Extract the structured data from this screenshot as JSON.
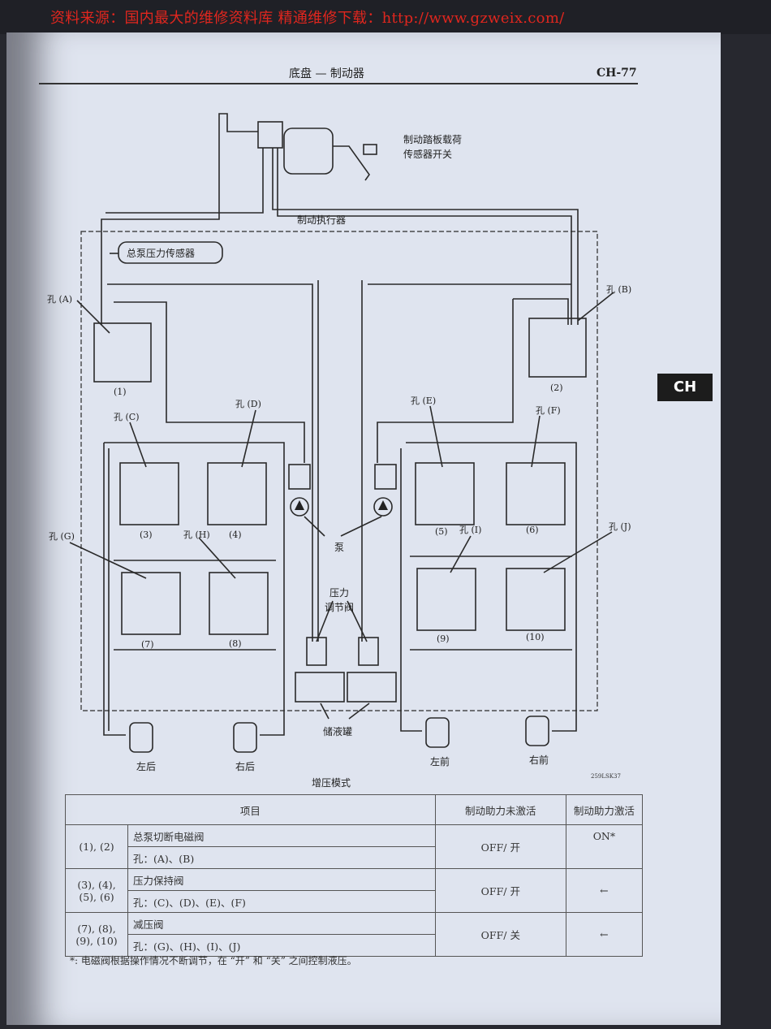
{
  "banner": {
    "text": "资料来源：国内最大的维修资料库 精通维修下载：http://www.gzweix.com/"
  },
  "header": {
    "title": "底盘 — 制动器",
    "page": "CH-77",
    "tab": "CH"
  },
  "diagram": {
    "pedal_sensor": [
      "制动踏板载荷",
      "传感器开关"
    ],
    "actuator": "制动执行器",
    "master_sensor": "总泵压力传感器",
    "orifices": {
      "A": "孔 (A)",
      "B": "孔 (B)",
      "C": "孔 (C)",
      "D": "孔 (D)",
      "E": "孔 (E)",
      "F": "孔 (F)",
      "G": "孔 (G)",
      "H": "孔 (H)",
      "I": "孔 (I)",
      "J": "孔 (J)"
    },
    "valves": [
      "(1)",
      "(2)",
      "(3)",
      "(4)",
      "(5)",
      "(6)",
      "(7)",
      "(8)",
      "(9)",
      "(10)"
    ],
    "pump": "泵",
    "regulator": [
      "压力",
      "调节阀"
    ],
    "reservoir": "储液罐",
    "wheels": {
      "rl": "左后",
      "rr": "右后",
      "fl": "左前",
      "fr": "右前"
    },
    "code": "259LSK37",
    "caption": "增压模式"
  },
  "table": {
    "headers": [
      "项目",
      "制动助力未激活",
      "制动助力激活"
    ],
    "rows": [
      {
        "ids": "(1), (2)",
        "items": [
          "总泵切断电磁阀",
          "孔：(A)、(B)"
        ],
        "inactive": "OFF/ 开",
        "active": "ON*"
      },
      {
        "ids": "(3), (4), (5), (6)",
        "items": [
          "压力保持阀",
          "孔：(C)、(D)、(E)、(F)"
        ],
        "inactive": "OFF/ 开",
        "active": "←"
      },
      {
        "ids": "(7), (8), (9), (10)",
        "items": [
          "减压阀",
          "孔：(G)、(H)、(I)、(J)"
        ],
        "inactive": "OFF/ 关",
        "active": "←"
      }
    ]
  },
  "footnote": "*: 电磁阀根据操作情况不断调节，在 “开” 和 “关” 之间控制液压。"
}
